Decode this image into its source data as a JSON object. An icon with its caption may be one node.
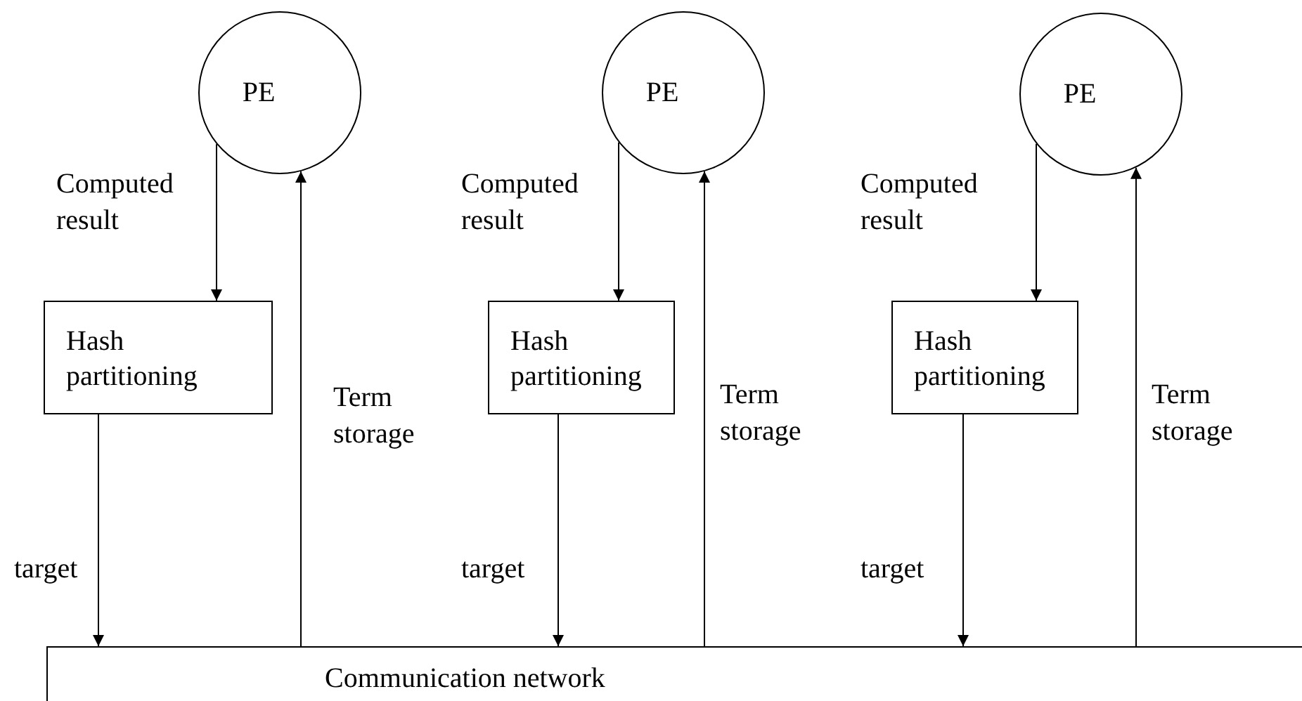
{
  "diagram": {
    "nodes": [
      {
        "text": [
          "PE"
        ]
      },
      {
        "text": [
          "Hash partitioning"
        ]
      },
      {
        "text": [
          "PE"
        ]
      },
      {
        "text": [
          "Hash partitioning"
        ]
      },
      {
        "text": [
          "PE"
        ]
      },
      {
        "text": [
          "Hash partitioning"
        ]
      },
      {
        "text": [
          "Communication network"
        ]
      }
    ],
    "edges": [
      {
        "from": 0,
        "to": 1,
        "arrow": "to",
        "label": "Computed result"
      },
      {
        "from": 1,
        "to": 6,
        "arrow": "to",
        "label": "target"
      },
      {
        "from": 6,
        "to": 0,
        "arrow": "to",
        "label": "Term storage"
      },
      {
        "from": 2,
        "to": 3,
        "arrow": "to",
        "label": "Computed result"
      },
      {
        "from": 3,
        "to": 6,
        "arrow": "to",
        "label": "target"
      },
      {
        "from": 6,
        "to": 2,
        "arrow": "to",
        "label": "Term storage"
      },
      {
        "from": 4,
        "to": 5,
        "arrow": "to",
        "label": "Computed result"
      },
      {
        "from": 5,
        "to": 6,
        "arrow": "to",
        "label": "target"
      },
      {
        "from": 6,
        "to": 4,
        "arrow": "to",
        "label": "Term storage"
      }
    ]
  }
}
